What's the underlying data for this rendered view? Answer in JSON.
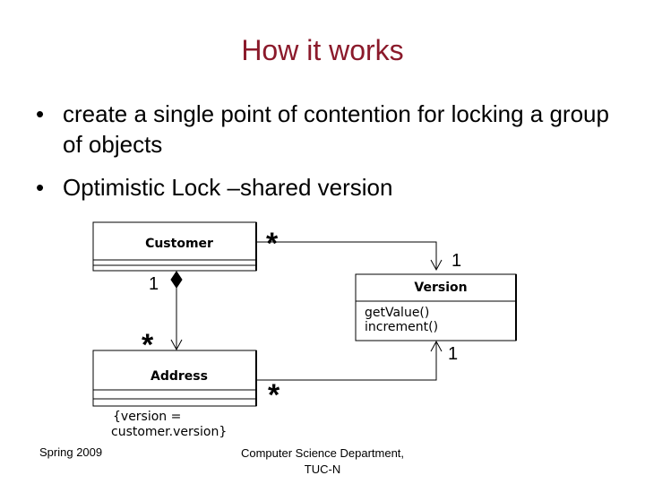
{
  "slide": {
    "title": "How it works",
    "bullets": [
      {
        "text": "create a single point of contention for locking a group of objects"
      },
      {
        "text": "Optimistic Lock –shared version"
      }
    ],
    "bullet_glyph": "•",
    "footer_left": "Spring 2009",
    "footer_center_line1": "Computer Science Department,",
    "footer_center_line2": "TUC-N"
  },
  "diagram": {
    "customer_class": "Customer",
    "version_class": "Version",
    "version_methods": [
      "getValue()",
      "increment()"
    ],
    "address_class": "Address",
    "constraint_line1": "{version =",
    "constraint_line2": "customer.version}",
    "mult_customer_version_near_customer": "*",
    "mult_customer_version_near_version": "1",
    "mult_customer_address_near_customer": "1",
    "mult_customer_address_near_address": "*",
    "mult_address_version_near_version": "1",
    "mult_address_version_near_address": "*"
  },
  "colors": {
    "title": "#8b1a2b",
    "text": "#000000"
  }
}
